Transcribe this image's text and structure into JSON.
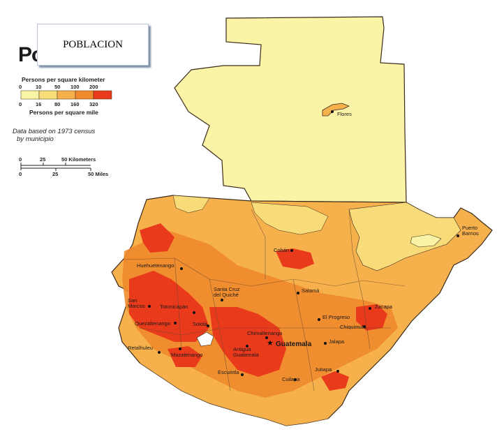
{
  "title_partial": "Po",
  "overlay_label": "POBLACION",
  "legend": {
    "km_heading": "Persons per square kilometer",
    "km_ticks": [
      "0",
      "10",
      "50",
      "100",
      "200"
    ],
    "mile_ticks": [
      "0",
      "16",
      "80",
      "160",
      "320"
    ],
    "mile_heading": "Persons per square mile",
    "colors": [
      "#fbf4a6",
      "#f8dc7a",
      "#f6b14d",
      "#f08a2c",
      "#ea3a1c"
    ]
  },
  "census_note": [
    "Data based on 1973 census",
    "by municipio"
  ],
  "scale": {
    "km_ticks": [
      "0",
      "25",
      "50 Kilometers"
    ],
    "mile_ticks": [
      "0",
      "25",
      "50 Miles"
    ]
  },
  "cities": [
    {
      "name": "Flores"
    },
    {
      "name": "Puerto Barrios"
    },
    {
      "name": "Cobán"
    },
    {
      "name": "Huehuetenango"
    },
    {
      "name": "Santa Cruz del Quiché"
    },
    {
      "name": "Salamá"
    },
    {
      "name": "San Marcos"
    },
    {
      "name": "Totonicapán"
    },
    {
      "name": "Zacapa"
    },
    {
      "name": "El Progreso"
    },
    {
      "name": "Quezaltenango"
    },
    {
      "name": "Sololá"
    },
    {
      "name": "Chiquimula"
    },
    {
      "name": "Chimaltenango"
    },
    {
      "name": "Guatemala",
      "capital": true
    },
    {
      "name": "Jalapa"
    },
    {
      "name": "Retalhuleu"
    },
    {
      "name": "Mazatenango"
    },
    {
      "name": "Antigua Guatemala"
    },
    {
      "name": "Escuintla"
    },
    {
      "name": "Jutiapa"
    },
    {
      "name": "Cuilapa"
    }
  ],
  "colors": {
    "peten": "#fbf4a6",
    "lowland": "#f6b14d",
    "mid": "#f08a2c",
    "high": "#ea3a1c",
    "water": "#ffffff",
    "border": "#3b2a1a"
  }
}
